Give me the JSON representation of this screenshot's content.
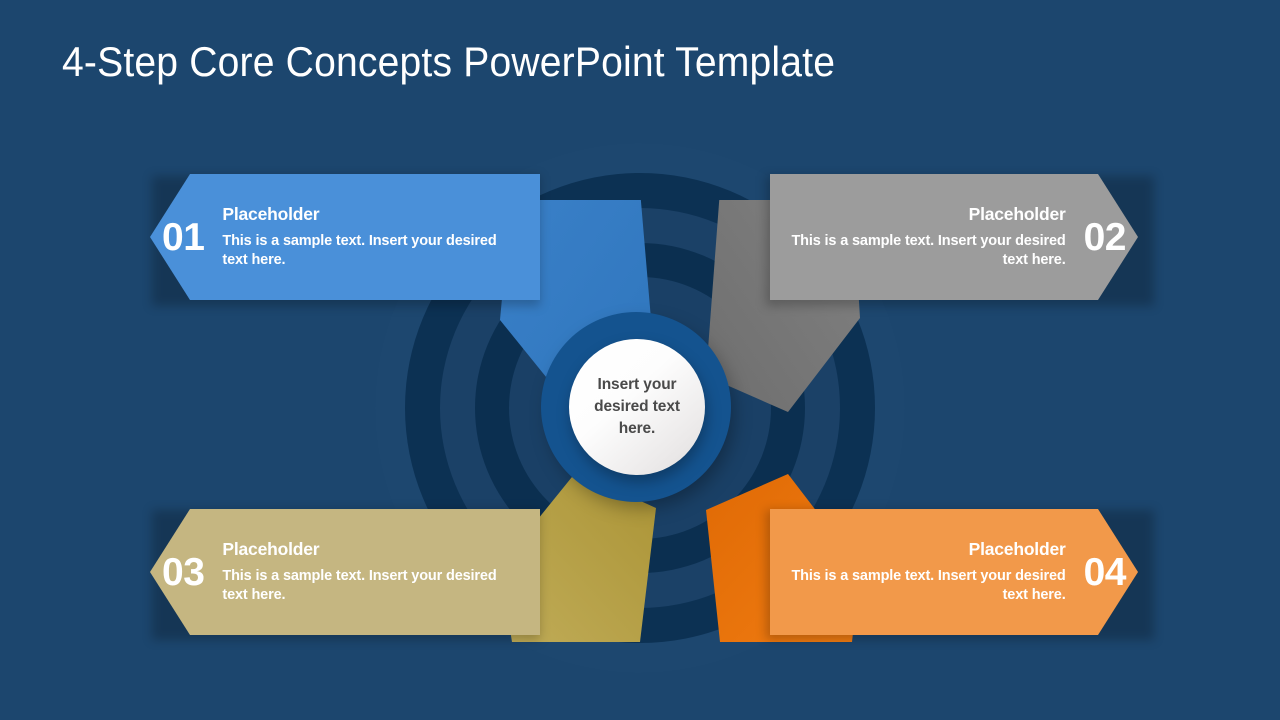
{
  "slide": {
    "title": "4-Step Core Concepts PowerPoint Template",
    "background_color": "#1c466e"
  },
  "hub": {
    "text": "Insert your desired text here.",
    "ring_color": "#14538f",
    "inner_color": "#f4f3f3",
    "text_color": "#4a4a4a"
  },
  "rings": {
    "colors": [
      "#1d476f",
      "#0c3153",
      "#1b4167",
      "#0b2f50",
      "#1a4066"
    ]
  },
  "steps": [
    {
      "number": "01",
      "title": "Placeholder",
      "body": "This is a sample text. Insert your desired text here.",
      "color": "#4a90d9",
      "wedge_color": "#2f76bd",
      "side": "left"
    },
    {
      "number": "02",
      "title": "Placeholder",
      "body": "This is a sample text. Insert your desired text here.",
      "color": "#9c9c9c",
      "wedge_color": "#767676",
      "side": "right"
    },
    {
      "number": "03",
      "title": "Placeholder",
      "body": "This is a sample text. Insert your desired text here.",
      "color": "#c5b681",
      "wedge_color": "#b39d42",
      "side": "left"
    },
    {
      "number": "04",
      "title": "Placeholder",
      "body": "This is a sample text. Insert your desired text here.",
      "color": "#f2994a",
      "wedge_color": "#eb7209",
      "side": "right"
    }
  ]
}
